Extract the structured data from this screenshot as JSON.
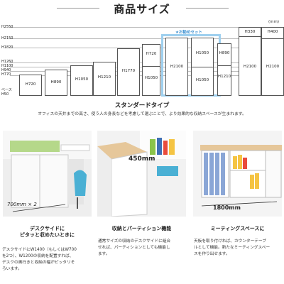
{
  "header": {
    "title": "商品サイズ",
    "unit": "(mm)"
  },
  "height_labels": [
    "H2550",
    "H2150",
    "H1820",
    "H1260",
    "H1100",
    "H940",
    "H770",
    "H50"
  ],
  "base_label": "ベース",
  "cabinets": [
    {
      "label": "H720"
    },
    {
      "label": "H890"
    },
    {
      "label": "H1050"
    },
    {
      "label": "H1210"
    },
    {
      "label": "H1770"
    },
    {
      "label_top": "H720",
      "label_bottom": "H1050"
    },
    {
      "label": "H2100"
    },
    {
      "label_top": "H1050",
      "label_bottom": "H1050"
    },
    {
      "label_top": "H890",
      "label_bottom": "H1210"
    },
    {
      "label_top": "H330",
      "label": "H2100"
    },
    {
      "label_top": "H400",
      "label": "H2100"
    }
  ],
  "recommended_label": "★お勧めセット",
  "section": {
    "subtitle": "スタンダードタイプ",
    "description": "オフィスの天井までの高さ、使う人の身長などを考慮して選ぶことで、より効果的な収納スペースが生まれます。"
  },
  "photos": [
    {
      "dimension": "700mm × 2",
      "caption": [
        "デスクサイドに",
        "ピタッと収めたいときに"
      ],
      "body": [
        "デスクサイドにW1400（もしくはW700",
        "を2つ）、W1200の収納を配置すれば、",
        "デスクの奥行きと収納の幅がピッタリそ",
        "ろいます。"
      ]
    },
    {
      "dimension": "450mm",
      "caption": [
        "収納とパーティション機能"
      ],
      "body": [
        "通常サイズの収納のデスクサイドに組合",
        "せれば、パーティションとしても機能し",
        "ます。"
      ]
    },
    {
      "dimension": "1800mm",
      "caption": [
        "ミーティングスペースに"
      ],
      "body": [
        "天板を取り付ければ、カウンターテーブ",
        "ルとして機能。新たなミーティングスペー",
        "スを作り出せます。"
      ]
    }
  ],
  "colors": {
    "recommended": "#9fd0ef",
    "recommended_text": "#3a8fd0"
  }
}
